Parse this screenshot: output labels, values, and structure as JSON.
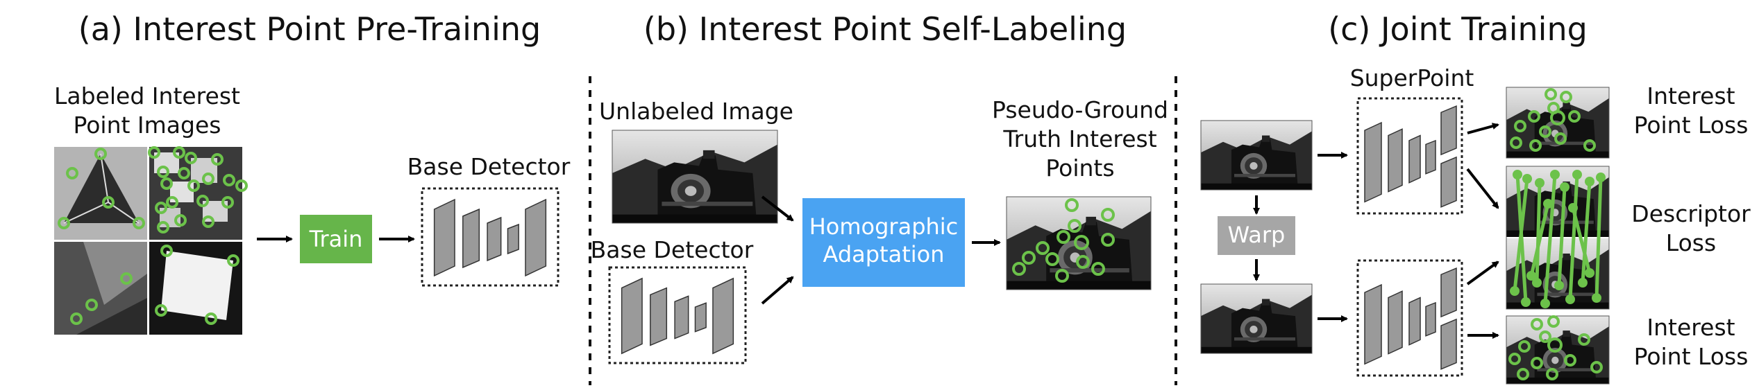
{
  "panels": {
    "a": {
      "heading": "(a) Interest Point Pre-Training",
      "images_label": [
        "Labeled Interest",
        "Point Images"
      ],
      "train_button": "Train",
      "detector_label": "Base Detector"
    },
    "b": {
      "heading": "(b) Interest Point Self-Labeling",
      "unlabeled_label": "Unlabeled Image",
      "detector_label": "Base Detector",
      "ha_box": [
        "Homographic",
        "Adaptation"
      ],
      "pseudo_label": [
        "Pseudo-Ground",
        "Truth Interest",
        "Points"
      ]
    },
    "c": {
      "heading": "(c) Joint Training",
      "superpoint_label": "SuperPoint",
      "warp_button": "Warp",
      "loss_top": [
        "Interest",
        "Point Loss"
      ],
      "loss_mid": [
        "Descriptor",
        "Loss"
      ],
      "loss_bottom": [
        "Interest",
        "Point Loss"
      ]
    }
  },
  "colors": {
    "train": "#66b54a",
    "homographic": "#4aa3f2",
    "warp": "#a6a6a6",
    "point": "#6cc24a",
    "layer": "#9a9a9a"
  }
}
